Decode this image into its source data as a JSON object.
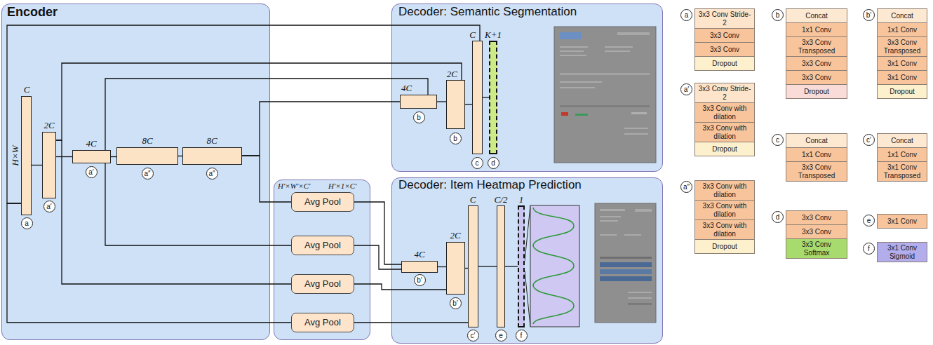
{
  "diagram": {
    "nodes": [
      {
        "text": [
          "Encoder"
        ]
      },
      {
        "text": [
          "C",
          "H×W",
          "a"
        ],
        "in": 0
      },
      {
        "text": [
          "2C",
          "a′"
        ],
        "in": 0
      },
      {
        "text": [
          "4C",
          "a′"
        ],
        "in": 0
      },
      {
        "text": [
          "8C",
          "a″"
        ],
        "in": 0
      },
      {
        "text": [
          "8C",
          "a″"
        ],
        "in": 0
      },
      {
        "text": [
          "H′×W′×C′",
          "H′×1×C′"
        ]
      },
      {
        "text": [
          "Avg Pool"
        ],
        "in": 6
      },
      {
        "text": [
          "Avg Pool"
        ],
        "in": 6
      },
      {
        "text": [
          "Avg Pool"
        ],
        "in": 6
      },
      {
        "text": [
          "Avg Pool"
        ],
        "in": 6
      },
      {
        "text": [
          "Decoder: Semantic Segmentation"
        ]
      },
      {
        "text": [
          "4C",
          "b"
        ],
        "in": 11
      },
      {
        "text": [
          "2C",
          "b"
        ],
        "in": 11
      },
      {
        "text": [
          "C",
          "c"
        ],
        "in": 11
      },
      {
        "text": [
          "K+1",
          "d"
        ],
        "in": 11
      },
      {
        "text": [
          "Decoder: Item Heatmap Prediction"
        ]
      },
      {
        "text": [
          "4C",
          "b′"
        ],
        "in": 16
      },
      {
        "text": [
          "2C",
          "b′"
        ],
        "in": 16
      },
      {
        "text": [
          "C",
          "c′"
        ],
        "in": 16
      },
      {
        "text": [
          "C/2",
          "e"
        ],
        "in": 16
      },
      {
        "text": [
          "1",
          "f"
        ],
        "in": 16
      },
      {
        "text": [
          "3x3 Conv Stride-2"
        ]
      },
      {
        "text": [
          "3x3 Conv"
        ]
      },
      {
        "text": [
          "3x3 Conv"
        ]
      },
      {
        "text": [
          "Dropout"
        ]
      },
      {
        "text": [
          "3x3 Conv Stride-2"
        ]
      },
      {
        "text": [
          "3x3 Conv with dilation"
        ]
      },
      {
        "text": [
          "3x3 Conv with dilation"
        ]
      },
      {
        "text": [
          "Dropout"
        ]
      },
      {
        "text": [
          "3x3 Conv with dilation"
        ]
      },
      {
        "text": [
          "3x3 Conv with dilation"
        ]
      },
      {
        "text": [
          "3x3 Conv with dilation"
        ]
      },
      {
        "text": [
          "Dropout"
        ]
      },
      {
        "text": [
          "Concat"
        ]
      },
      {
        "text": [
          "1x1 Conv"
        ]
      },
      {
        "text": [
          "3x3 Conv Transposed"
        ]
      },
      {
        "text": [
          "3x3 Conv"
        ]
      },
      {
        "text": [
          "3x3 Conv"
        ]
      },
      {
        "text": [
          "Dropout"
        ]
      },
      {
        "text": [
          "Concat"
        ]
      },
      {
        "text": [
          "1x1 Conv"
        ]
      },
      {
        "text": [
          "3x3 Conv Transposed"
        ]
      },
      {
        "text": [
          "3x1 Conv"
        ]
      },
      {
        "text": [
          "3x1 Conv"
        ]
      },
      {
        "text": [
          "Dropout"
        ]
      },
      {
        "text": [
          "Concat"
        ]
      },
      {
        "text": [
          "1x1 Conv"
        ]
      },
      {
        "text": [
          "3x3 Conv Transposed"
        ]
      },
      {
        "text": [
          "Concat"
        ]
      },
      {
        "text": [
          "1x1 Conv"
        ]
      },
      {
        "text": [
          "3x1 Conv Transposed"
        ]
      },
      {
        "text": [
          "3x3 Conv"
        ]
      },
      {
        "text": [
          "3x3 Conv"
        ]
      },
      {
        "text": [
          "3x3 Conv Softmax"
        ]
      },
      {
        "text": [
          "3x1 Conv"
        ]
      },
      {
        "text": [
          "3x1 Conv Sigmoid"
        ]
      }
    ],
    "edges": [
      {
        "from": 1,
        "to": 2,
        "arrow": "none"
      },
      {
        "from": 2,
        "to": 3,
        "arrow": "none"
      },
      {
        "from": 3,
        "to": 4,
        "arrow": "none"
      },
      {
        "from": 4,
        "to": 5,
        "arrow": "none"
      },
      {
        "from": 1,
        "to": 14,
        "arrow": "none"
      },
      {
        "from": 2,
        "to": 13,
        "arrow": "none"
      },
      {
        "from": 3,
        "to": 12,
        "arrow": "none"
      },
      {
        "from": 5,
        "to": 12,
        "arrow": "none"
      },
      {
        "from": 1,
        "to": 10,
        "arrow": "none"
      },
      {
        "from": 2,
        "to": 9,
        "arrow": "none"
      },
      {
        "from": 3,
        "to": 8,
        "arrow": "none"
      },
      {
        "from": 5,
        "to": 7,
        "arrow": "none"
      },
      {
        "from": 12,
        "to": 13,
        "arrow": "none"
      },
      {
        "from": 13,
        "to": 14,
        "arrow": "none"
      },
      {
        "from": 14,
        "to": 15,
        "arrow": "none"
      },
      {
        "from": 7,
        "to": 17,
        "arrow": "none"
      },
      {
        "from": 8,
        "to": 17,
        "arrow": "none"
      },
      {
        "from": 9,
        "to": 18,
        "arrow": "none"
      },
      {
        "from": 10,
        "to": 19,
        "arrow": "none"
      },
      {
        "from": 17,
        "to": 18,
        "arrow": "none"
      },
      {
        "from": 18,
        "to": 19,
        "arrow": "none"
      },
      {
        "from": 19,
        "to": 20,
        "arrow": "none"
      },
      {
        "from": 20,
        "to": 21,
        "arrow": "none"
      }
    ],
    "labels": [
      "a",
      "a′",
      "a″",
      "b",
      "b′",
      "c",
      "c′",
      "d",
      "e",
      "f"
    ]
  }
}
